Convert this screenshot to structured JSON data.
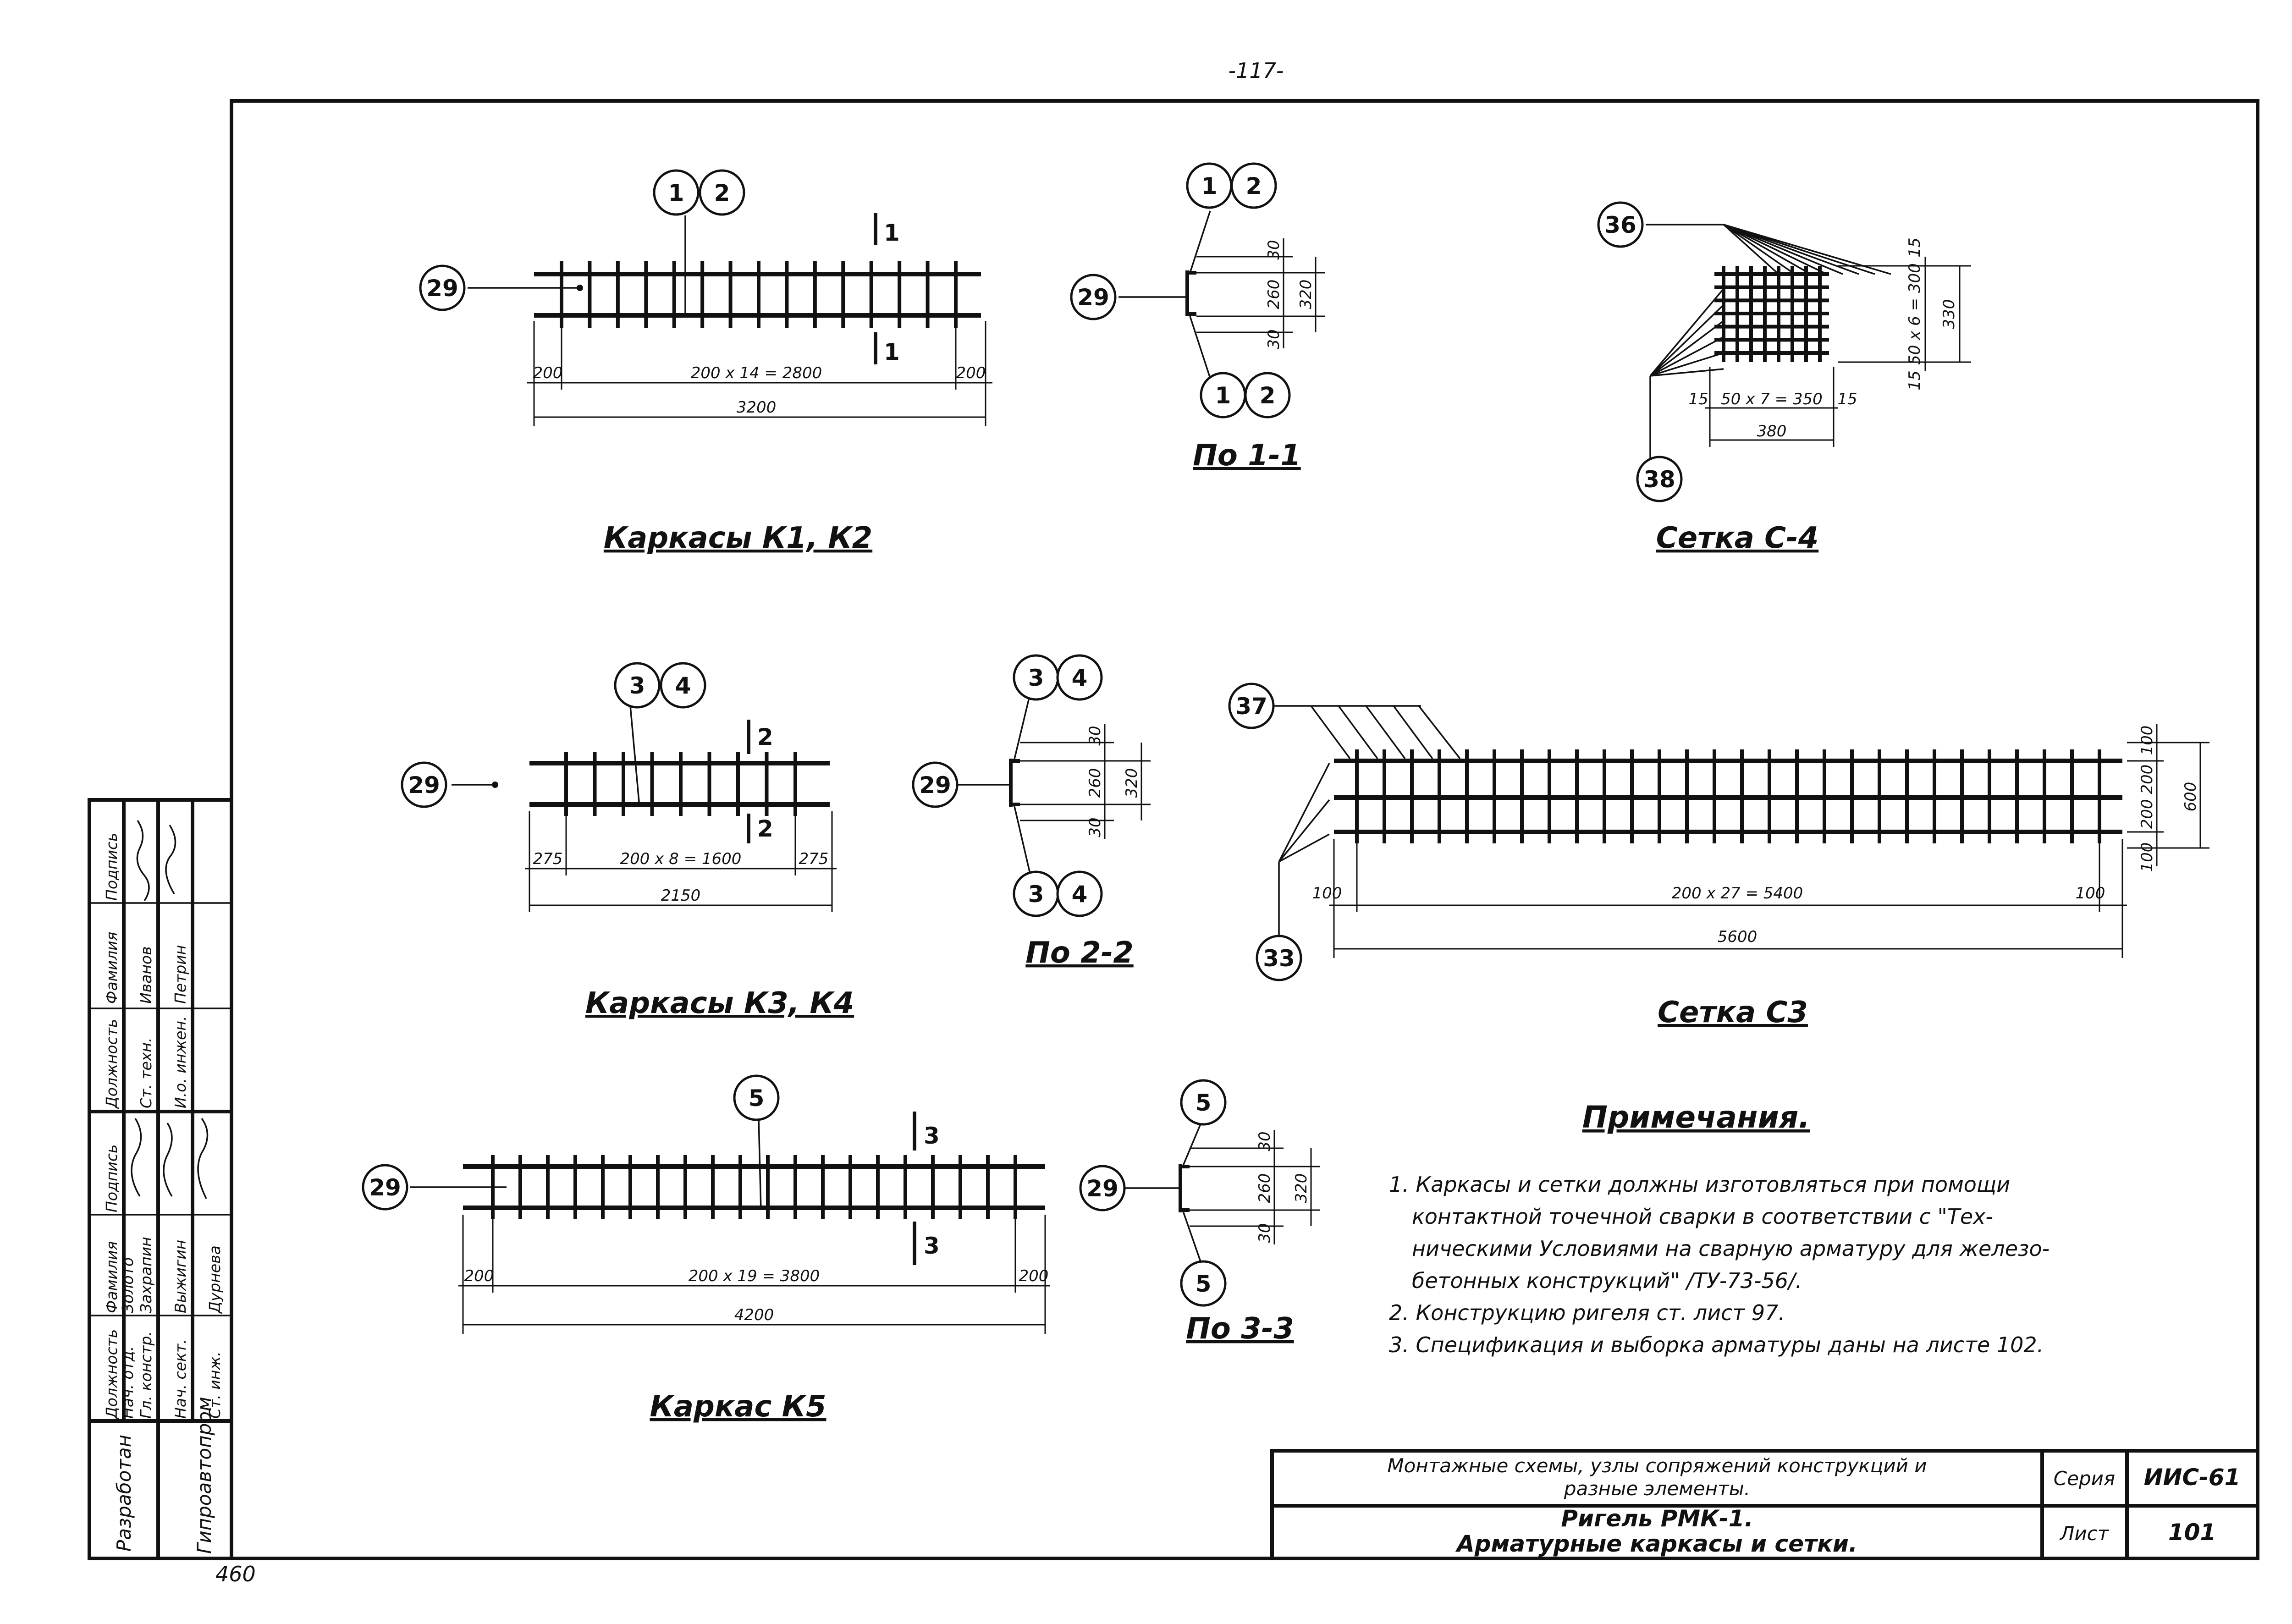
{
  "page_number": "-117-",
  "bottom_left_number": "460",
  "callouts": {
    "n1": "1",
    "n2": "2",
    "n3": "3",
    "n4": "4",
    "n5": "5",
    "n29": "29",
    "n33": "33",
    "n36": "36",
    "n37": "37",
    "n38": "38"
  },
  "k12": {
    "title": "Каркасы К1, К2",
    "section_mark": "1",
    "dim_left": "200",
    "dim_mid": "200 x 14 = 2800",
    "dim_right": "200",
    "dim_total": "3200"
  },
  "sec11": {
    "title": "По 1-1",
    "d_top": "30",
    "d_mid": "260",
    "d_bot": "30",
    "d_total": "320"
  },
  "c4": {
    "title": "Сетка С-4",
    "d_left": "15",
    "d_mid": "50 x 7 = 350",
    "d_right": "15",
    "d_total": "380",
    "v_top": "15",
    "v_mid": "50 x 6 = 300",
    "v_bot": "15",
    "v_total": "330"
  },
  "k34": {
    "title": "Каркасы К3, К4",
    "section_mark": "2",
    "dim_left": "275",
    "dim_mid": "200 x 8 = 1600",
    "dim_right": "275",
    "dim_total": "2150"
  },
  "sec22": {
    "title": "По 2-2",
    "d_top": "30",
    "d_mid": "260",
    "d_bot": "30",
    "d_total": "320"
  },
  "c3": {
    "title": "Сетка С3",
    "d_left": "100",
    "d_mid": "200 x 27 = 5400",
    "d_right": "100",
    "d_total": "5600",
    "v_top": "100",
    "v_mid": "200 200",
    "v_bot": "100",
    "v_total": "600"
  },
  "k5": {
    "title": "Каркас К5",
    "section_mark": "3",
    "dim_left": "200",
    "dim_mid": "200 x 19 = 3800",
    "dim_right": "200",
    "dim_total": "4200"
  },
  "sec33": {
    "title": "По 3-3",
    "d_top": "30",
    "d_mid": "260",
    "d_bot": "30",
    "d_total": "320"
  },
  "notes": {
    "title": "Примечания.",
    "line1": "1. Каркасы и сетки должны изготовляться при помощи",
    "line2": "контактной точечной сварки в соответствии с \"Тех-",
    "line3": "ническими Условиями на сварную арматуру для железо-",
    "line4": "бетонных конструкций\" /ТУ-73-56/.",
    "line5": "2. Конструкцию ригеля ст. лист 97.",
    "line6": "3. Спецификация и выборка арматуры даны на листе 102."
  },
  "title_block": {
    "line1": "Монтажные схемы, узлы сопряжений конструкций и",
    "line2": "разные элементы.",
    "line3": "Ригель РМК-1.",
    "line4": "Арматурные каркасы и сетки.",
    "series_label": "Серия",
    "series_value": "ИИС-61",
    "sheet_label": "Лист",
    "sheet_value": "101"
  },
  "side_stamp": {
    "org1": "Разработан",
    "org2": "Гипроавтопром",
    "h_pos": "Должность",
    "h_name": "Фамилия",
    "h_sign": "Подпись",
    "a_pos1": "Ст. техн.",
    "a_name1": "Иванов",
    "a_pos2": "И.о. инжен.",
    "a_name2": "Петрин",
    "b_pos1": "Нач. отд.",
    "b_name1": "Золото",
    "b_pos2": "Гл. констр.",
    "b_name2": "Захрапин",
    "b_pos3": "Нач. сект.",
    "b_name3": "Выжигин",
    "b_pos4": "Ст. инж.",
    "b_name4": "Дурнева"
  }
}
